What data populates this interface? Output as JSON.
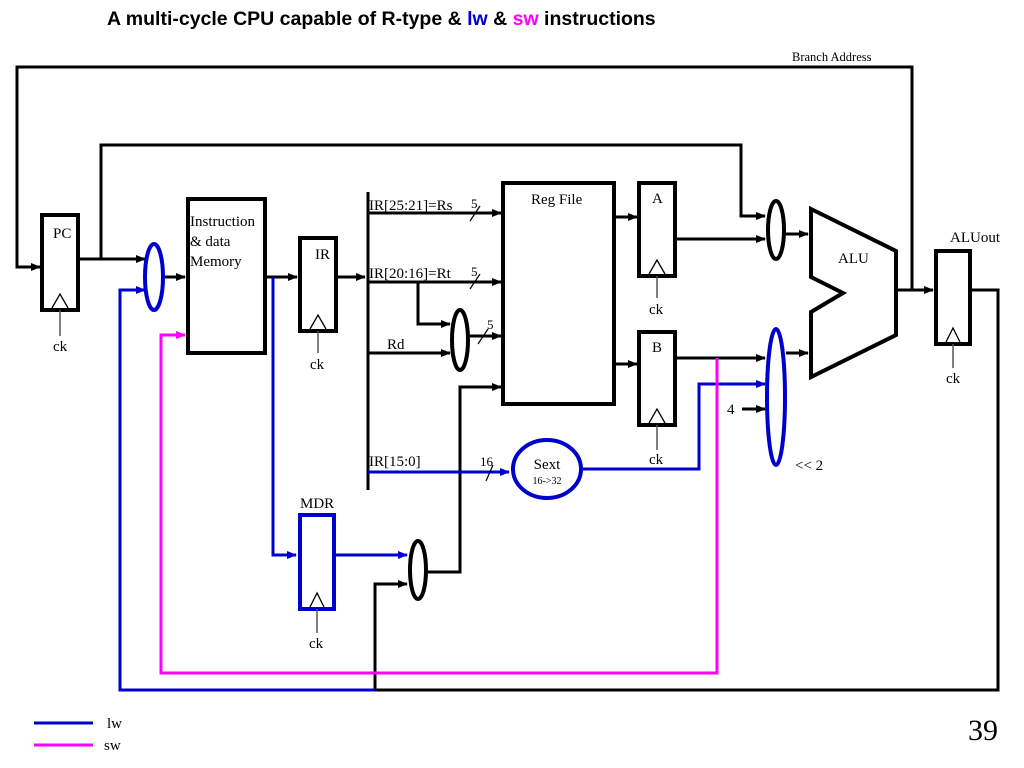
{
  "title": {
    "part1": "A multi-cycle CPU capable of R-type & ",
    "lw": "lw",
    "amp": " & ",
    "sw": "sw",
    "part2": " instructions"
  },
  "colors": {
    "lw": "#0000cc",
    "sw": "#ff00ff",
    "wire": "#000000"
  },
  "labels": {
    "branch_address": "Branch Address",
    "pc": "PC",
    "memory_line1": "Instruction",
    "memory_line2": "& data",
    "memory_line3": "Memory",
    "ir": "IR",
    "mdr": "MDR",
    "rs_field": "IR[25:21]=Rs",
    "rt_field": "IR[20:16]=Rt",
    "rd_field": "Rd",
    "imm_field": "IR[15:0]",
    "reg_file": "Reg File",
    "reg_a": "A",
    "reg_b": "B",
    "alu": "ALU",
    "alu_out": "ALUout",
    "sext": "Sext",
    "sext_sub": "16->32",
    "const_four": "4",
    "shift_left": "<< 2",
    "clock": "ck",
    "width_rs": "5",
    "width_rt": "5",
    "width_mux": "5",
    "width_imm": "16"
  },
  "legend": [
    {
      "label": "lw",
      "color": "#0000cc"
    },
    {
      "label": "sw",
      "color": "#ff00ff"
    }
  ],
  "page_number": "39"
}
